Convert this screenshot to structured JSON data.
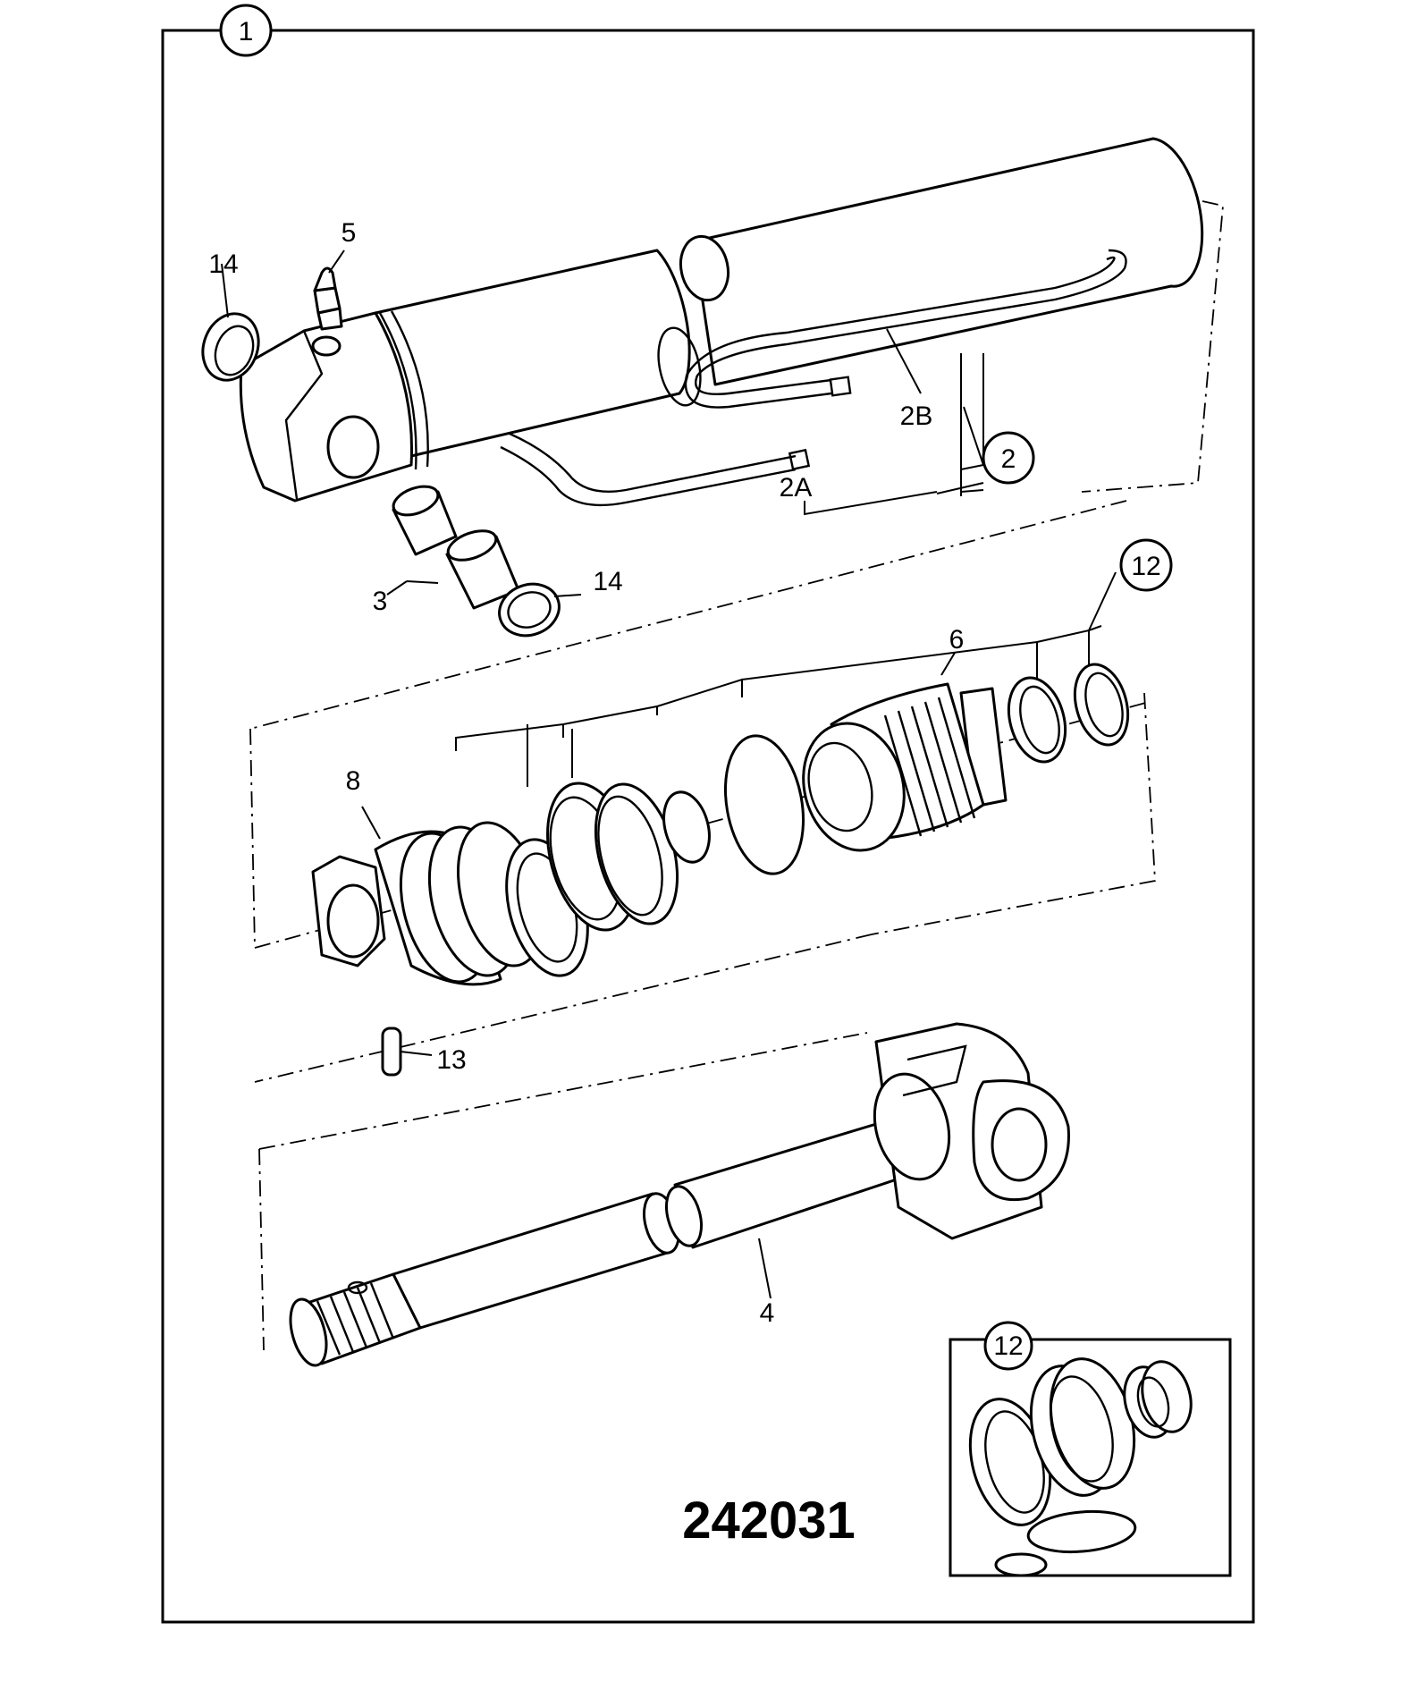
{
  "diagram": {
    "reference_number": "242031",
    "callouts": {
      "assembly": "1",
      "barrel": "2",
      "pipe_a": "2A",
      "pipe_b": "2B",
      "bush": "3",
      "piston_rod": "4",
      "grease_nipple": "5",
      "gland": "6",
      "piston": "8",
      "seal_kit": "12",
      "seal_kit_inset": "12",
      "pin": "13",
      "seal_barrel_end": "14",
      "seal_bush": "14"
    }
  }
}
